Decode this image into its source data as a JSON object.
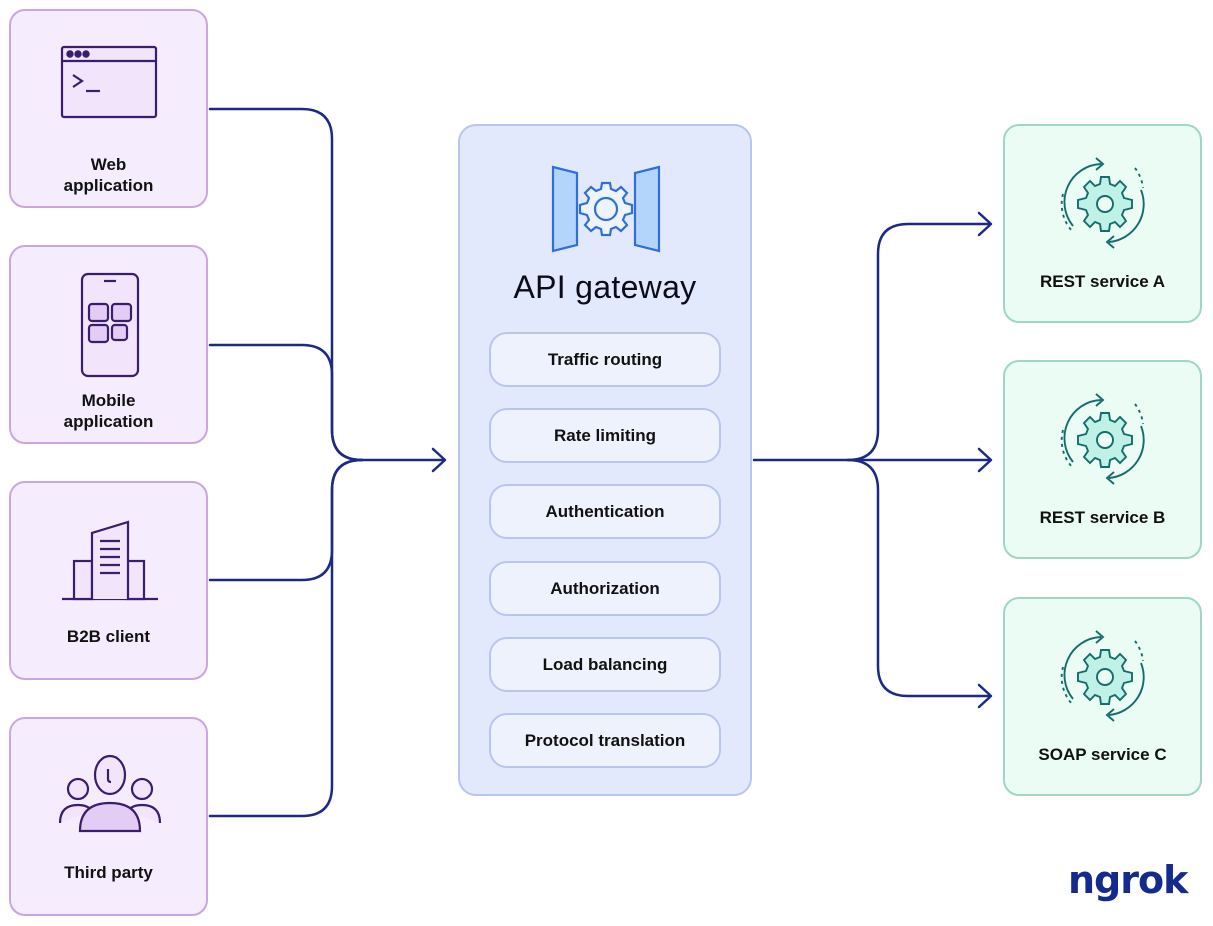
{
  "clients": [
    {
      "id": "web",
      "label": "Web\napplication",
      "icon": "terminal-window-icon"
    },
    {
      "id": "mobile",
      "label": "Mobile\napplication",
      "icon": "mobile-phone-icon"
    },
    {
      "id": "b2b",
      "label": "B2B client",
      "icon": "office-building-icon"
    },
    {
      "id": "third",
      "label": "Third party",
      "icon": "user-group-icon"
    }
  ],
  "gateway": {
    "title": "API gateway",
    "icon": "gateway-gear-icon",
    "features": [
      "Traffic routing",
      "Rate limiting",
      "Authentication",
      "Authorization",
      "Load balancing",
      "Protocol translation"
    ]
  },
  "services": [
    {
      "id": "rest-a",
      "label": "REST service A",
      "icon": "rotating-gear-icon"
    },
    {
      "id": "rest-b",
      "label": "REST service B",
      "icon": "rotating-gear-icon"
    },
    {
      "id": "soap-c",
      "label": "SOAP service C",
      "icon": "rotating-gear-icon"
    }
  ],
  "brand": {
    "logo_text": "ngrok"
  },
  "colors": {
    "connector": "#1c2a86",
    "client_fill": "#f5ecfd",
    "client_border": "#c9a6df",
    "gateway_fill": "#e3e9fc",
    "gateway_border": "#b8c5ee",
    "service_fill": "#eafcf4",
    "service_border": "#9fd6c4",
    "client_icon": "#3b1d6e",
    "gateway_icon": "#2f6fd6",
    "service_icon": "#156c6c"
  }
}
